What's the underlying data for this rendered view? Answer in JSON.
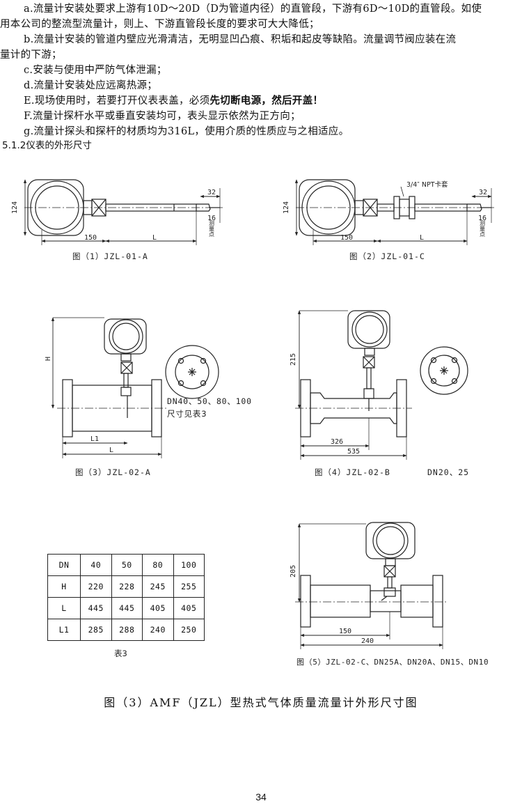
{
  "text": {
    "line_a_1": "a.流量计安装处要求上游有10D～20D（D为管道内径）的直管段，下游有6D～10D的直管段。如使",
    "line_a_2": "用本公司的整流型流量计，则上、下游直管段长度的要求可大大降低；",
    "line_b_1": "b.流量计安装的管道内壁应光滑清洁，无明显凹凸痕、积垢和起皮等缺陷。流量调节阀应装在流",
    "line_b_2": "量计的下游；",
    "line_c": "c.安装与使用中严防气体泄漏；",
    "line_d": "d.流量计安装处应远离热源；",
    "line_e_pre": "E.现场使用时，若要打开仪表表盖，必须",
    "line_e_bold": "先切断电源，然后开盖！",
    "line_f": "F.流量计探杆水平或垂直安装均可，表头显示依然为正方向；",
    "line_g": "g.流量计探头和探杆的材质均为316L，使用介质的性质应与之相适应。",
    "section": "5.1.2仪表的外形尺寸"
  },
  "figures": {
    "fig1": {
      "caption": "图（1）JZL-01-A",
      "dim_h": "124",
      "dim_150": "150",
      "dim_L": "L",
      "dim_32": "32",
      "dim_16": "16",
      "point": "测量点"
    },
    "fig2": {
      "caption": "图（2）JZL-01-C",
      "dim_h": "124",
      "dim_150": "150",
      "dim_L": "L",
      "dim_32": "32",
      "dim_16": "16",
      "point": "测量点",
      "npt": "3/4″ NPT卡套"
    },
    "fig3": {
      "caption": "图（3）JZL-02-A",
      "dim_H": "H",
      "dim_L1": "L1",
      "dim_L": "L",
      "note_1": "DN40、50、80、100",
      "note_2": "尺寸见表3"
    },
    "fig4": {
      "caption": "图（4）JZL-02-B",
      "dim_215": "215",
      "dim_326": "326",
      "dim_535": "535",
      "note": "DN20、25"
    },
    "fig5": {
      "caption": "图（5）JZL-02-C、DN25A、DN20A、DN15、DN10",
      "dim_205": "205",
      "dim_150": "150",
      "dim_240": "240"
    }
  },
  "table3": {
    "caption": "表3",
    "rows": [
      [
        "DN",
        "40",
        "50",
        "80",
        "100"
      ],
      [
        "H",
        "220",
        "228",
        "245",
        "255"
      ],
      [
        "L",
        "445",
        "445",
        "405",
        "405"
      ],
      [
        "L1",
        "285",
        "288",
        "240",
        "250"
      ]
    ]
  },
  "title": "图（3）AMF（JZL）型热式气体质量流量计外形尺寸图",
  "page_number": "34"
}
